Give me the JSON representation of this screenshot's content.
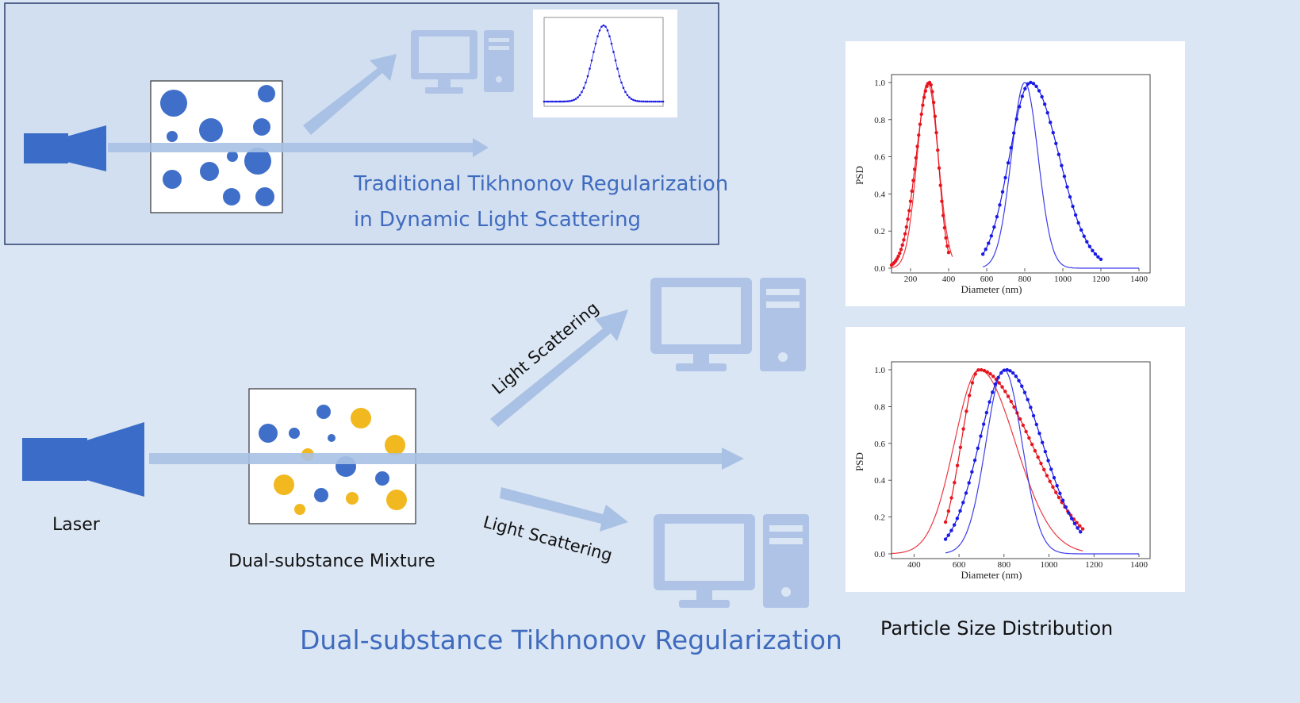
{
  "colors": {
    "background": "#dbe6f4",
    "panel": "#d2dff1",
    "panel_border": "#2c3e6e",
    "laser": "#3a6cc8",
    "beam": "#a9c1e4",
    "computer": "#aec3e6",
    "blue_particle": "#3f6fc9",
    "yellow_particle": "#f2b81f",
    "red_series": "#e8141e",
    "blue_series": "#1a1ae6",
    "title_text": "#3f6bbf"
  },
  "top_panel": {
    "title_line1": "Traditional Tikhnonov Regularization",
    "title_line2": "in Dynamic Light Scattering"
  },
  "bottom_section": {
    "laser_label": "Laser",
    "mixture_label": "Dual-substance Mixture",
    "scatter_upper": "Light Scattering",
    "scatter_lower": "Light Scattering",
    "title": "Dual-substance Tikhnonov Regularization",
    "psd_caption": "Particle Size Distribution"
  },
  "icons": {
    "laser": "laser-source-icon",
    "computer": "desktop-computer-icon"
  },
  "chart_data": [
    {
      "type": "line",
      "title": "",
      "xlabel": "",
      "ylabel": "",
      "xlim": [
        0,
        1000
      ],
      "ylim": [
        0,
        1.0
      ],
      "series": [
        {
          "mode": "markers",
          "color": "#1a1ae6",
          "peak": 500,
          "width": 90,
          "x_from": 0,
          "x_to": 1000
        }
      ]
    },
    {
      "type": "line",
      "xlabel": "Diameter (nm)",
      "ylabel": "PSD",
      "xlim": [
        100,
        1400
      ],
      "ylim": [
        0,
        1.0
      ],
      "xticks": [
        200,
        400,
        600,
        800,
        1000,
        1200,
        1400
      ],
      "yticks": [
        0.0,
        0.2,
        0.4,
        0.6,
        0.8,
        1.0
      ],
      "series": [
        {
          "mode": "line",
          "color": "#e8141e",
          "peak": 290,
          "sigma_left": 55,
          "sigma_right": 55,
          "x_from": 100,
          "x_to": 420
        },
        {
          "mode": "markers",
          "color": "#e8141e",
          "peak": 300,
          "sigma_left": 70,
          "sigma_right": 45,
          "x_from": 100,
          "x_to": 400
        },
        {
          "mode": "line",
          "color": "#1a1ae6",
          "peak": 800,
          "sigma_left": 70,
          "sigma_right": 70,
          "x_from": 580,
          "x_to": 1400
        },
        {
          "mode": "markers",
          "color": "#1a1ae6",
          "peak": 830,
          "sigma_left": 110,
          "sigma_right": 150,
          "x_from": 580,
          "x_to": 1200
        }
      ]
    },
    {
      "type": "line",
      "xlabel": "Diameter (nm)",
      "ylabel": "PSD",
      "xlim": [
        300,
        1400
      ],
      "ylim": [
        0,
        1.0
      ],
      "xticks": [
        400,
        600,
        800,
        1000,
        1200,
        1400
      ],
      "yticks": [
        0.0,
        0.2,
        0.4,
        0.6,
        0.8,
        1.0
      ],
      "series": [
        {
          "mode": "line",
          "color": "#e8141e",
          "peak": 690,
          "sigma_left": 110,
          "sigma_right": 160,
          "x_from": 300,
          "x_to": 1150
        },
        {
          "mode": "markers",
          "color": "#e8141e",
          "peak": 690,
          "sigma_left": 80,
          "sigma_right": 230,
          "x_from": 540,
          "x_to": 1150
        },
        {
          "mode": "line",
          "color": "#1a1ae6",
          "peak": 800,
          "sigma_left": 80,
          "sigma_right": 80,
          "x_from": 540,
          "x_to": 1400
        },
        {
          "mode": "markers",
          "color": "#1a1ae6",
          "peak": 810,
          "sigma_left": 120,
          "sigma_right": 160,
          "x_from": 540,
          "x_to": 1140
        }
      ]
    }
  ]
}
